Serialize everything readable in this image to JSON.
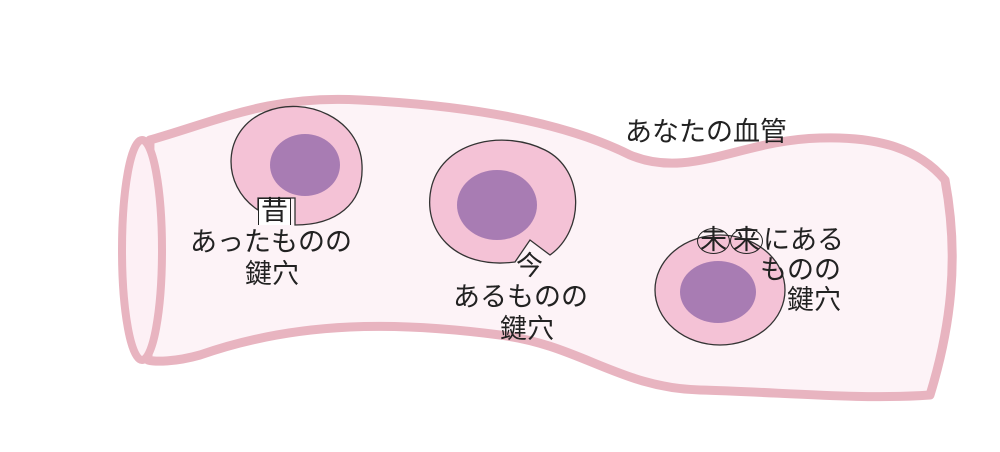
{
  "title": "あなたの血管",
  "colors": {
    "vessel_outline": "#e8b4c0",
    "vessel_fill": "#fdf3f7",
    "cell": "#f4bfd2",
    "nucleus": "#a87cb3"
  },
  "past": {
    "tag": "昔",
    "line1": "あったものの",
    "line2": "鍵穴"
  },
  "present": {
    "tag": "今",
    "line1": "あるものの",
    "line2": "鍵穴"
  },
  "future": {
    "tag1": "未",
    "tag2": "来",
    "line1_rest": "にある",
    "line2": "ものの",
    "line3": "鍵穴"
  }
}
